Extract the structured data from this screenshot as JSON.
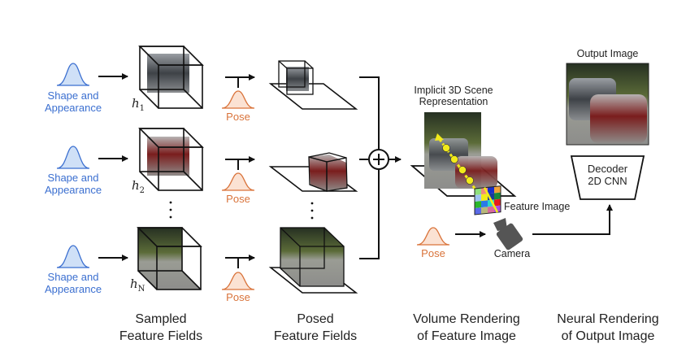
{
  "figure": {
    "rows": [
      {
        "latent_label": "Shape and\nAppearance",
        "field_symbol": "h",
        "field_index": "1",
        "pose_label": "Pose"
      },
      {
        "latent_label": "Shape and\nAppearance",
        "field_symbol": "h",
        "field_index": "2",
        "pose_label": "Pose"
      },
      {
        "latent_label": "Shape and\nAppearance",
        "field_symbol": "h",
        "field_index": "N",
        "pose_label": "Pose"
      }
    ],
    "scene_label": "Implicit 3D Scene\nRepresentation",
    "feature_image_label": "Feature Image",
    "camera_pose_label": "Pose",
    "camera_label": "Camera",
    "output_label": "Output Image",
    "decoder_label": "Decoder\n2D CNN",
    "stages": [
      "Sampled\nFeature Fields",
      "Posed\nFeature Fields",
      "Volume Rendering\nof Feature Image",
      "Neural Rendering\nof Output Image"
    ],
    "colors": {
      "latent": "#3b6fd0",
      "latent_fill": "#cfe0f7",
      "pose": "#d9733a",
      "pose_fill": "#fbe2d3",
      "ray": "#f2ea1a"
    }
  }
}
